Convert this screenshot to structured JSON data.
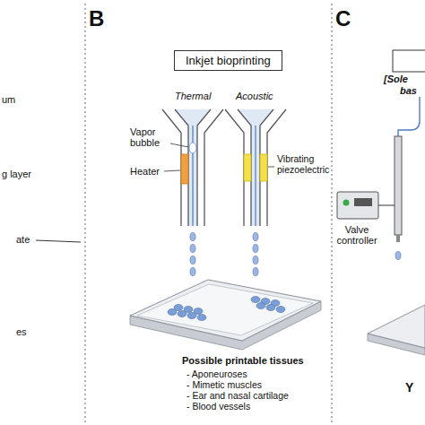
{
  "diagram": {
    "nodes": [
      {
        "text": [
          "Inkjet bioprinting"
        ]
      }
    ],
    "labels": [
      "B",
      "C",
      "Thermal",
      "Acoustic",
      "Vapor bubble",
      "Heater",
      "Vibrating piezoelectric",
      "Possible printable tissues",
      "- Aponeuroses",
      "- Mimetic muscles",
      "- Ear and nasal cartilage",
      "- Blood vessels",
      "[Sole",
      "bas",
      "Valve controller",
      "um",
      "g layer",
      "ate",
      "es",
      "Y"
    ]
  }
}
